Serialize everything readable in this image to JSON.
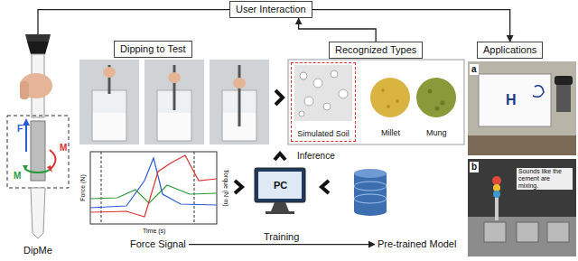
{
  "diagram": {
    "nodes": [
      {
        "text": [
          "User Interaction"
        ]
      },
      {
        "text": [
          "Dipping to Test"
        ]
      },
      {
        "text": [
          "Recognized Types"
        ]
      },
      {
        "text": [
          "Applications"
        ]
      },
      {
        "text": [
          "DipMe"
        ]
      },
      {
        "text": [
          "Force Signal"
        ]
      },
      {
        "text": [
          "Pre-trained Model"
        ]
      },
      {
        "text": [
          "Simulated Soil"
        ]
      }
    ],
    "edges": [
      {
        "from": 0,
        "to": 4,
        "arrow": "none"
      },
      {
        "from": 0,
        "to": 3,
        "arrow": "to"
      },
      {
        "from": 2,
        "to": 0,
        "arrow": "to"
      },
      {
        "from": 5,
        "to": 6,
        "label": "Training",
        "arrow": "to"
      }
    ],
    "labels": [
      "Millet",
      "Mung",
      "Inference",
      "PC",
      "F",
      "M",
      "M",
      "a",
      "b",
      "H",
      "Sounds like the cement are mixing.",
      "Time (s)",
      "Force (N)",
      "Torque (N·m)"
    ]
  }
}
